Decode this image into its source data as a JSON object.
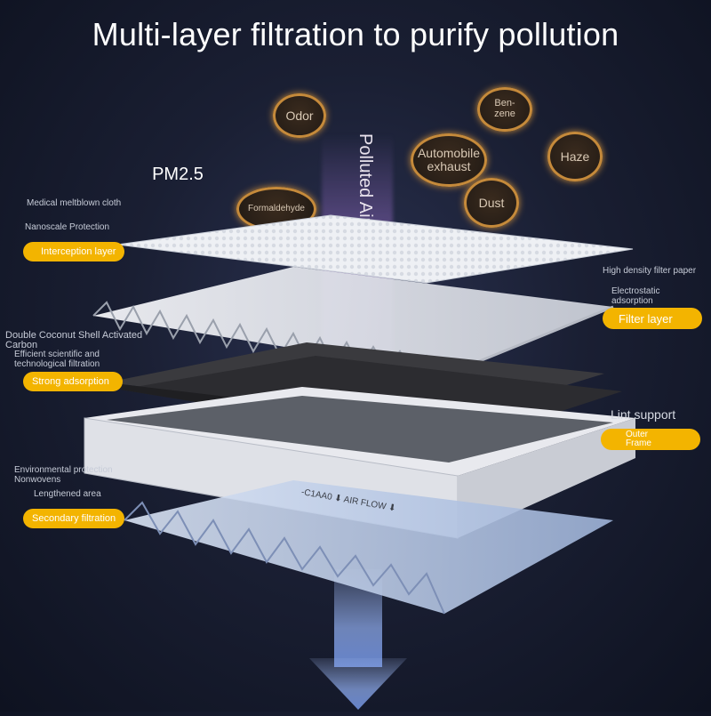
{
  "title": "Multi-layer filtration to purify pollution",
  "pollutants": {
    "odor": "Odor",
    "benzene": "Ben-\nzene",
    "pm25": "PM2.5",
    "automobile_exhaust": "Automobile exhaust",
    "haze": "Haze",
    "formaldehyde": "Formaldehyde",
    "dust": "Dust"
  },
  "polluted_air": "Polluted Air",
  "layers": {
    "interception": {
      "material": "Medical meltblown cloth",
      "feature": "Nanoscale Protection",
      "label": "Interception layer"
    },
    "filter": {
      "material": "High density filter paper",
      "feature": "Electrostatic adsorption",
      "label": "Filter layer"
    },
    "adsorption": {
      "material": "Double Coconut Shell Activated Carbon",
      "feature": "Efficient scientific and technological filtration",
      "label": "Strong adsorption"
    },
    "lint": {
      "title": "Lint support",
      "label": "Outer Frame"
    },
    "secondary": {
      "material": "Environmental protection Nonwovens",
      "feature": "Lengthened area",
      "label": "Secondary filtration"
    }
  },
  "frame_text": "-C1AA0 ⬇ AIR FLOW ⬇",
  "colors": {
    "accent": "#f3b400",
    "bubble_ring": "#c58a3b",
    "arrow": "#8aa6e6"
  }
}
